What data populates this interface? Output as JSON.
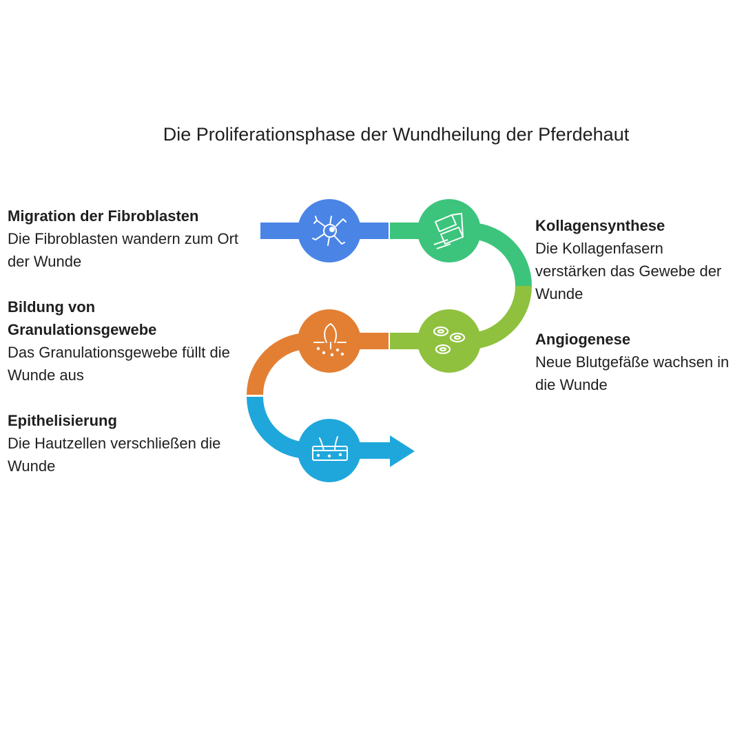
{
  "title": "Die Proliferationsphase der Wundheilung der Pferdehaut",
  "stages": [
    {
      "title": "Migration der Fibroblasten",
      "description": "Die Fibroblasten wandern zum Ort der Wunde",
      "color": "#4a85e6",
      "icon": "fibroblast-cell-icon"
    },
    {
      "title": "Kollagensynthese",
      "description": "Die Kollagenfasern verstärken das Gewebe der Wunde",
      "color": "#3cc47c",
      "icon": "collagen-fiber-icon"
    },
    {
      "title": "Angiogenese",
      "description": "Neue Blutgefäße wachsen in die Wunde",
      "color": "#8fc13e",
      "icon": "blood-cells-icon"
    },
    {
      "title": "Bildung von Granulationsgewebe",
      "description": "Das Granulationsgewebe füllt die Wunde aus",
      "color": "#e37f33",
      "icon": "skin-granulation-icon"
    },
    {
      "title": "Epithelisierung",
      "description": "Die Hautzellen verschließen die Wunde",
      "color": "#1fa7dc",
      "icon": "skin-layer-hair-icon"
    }
  ]
}
